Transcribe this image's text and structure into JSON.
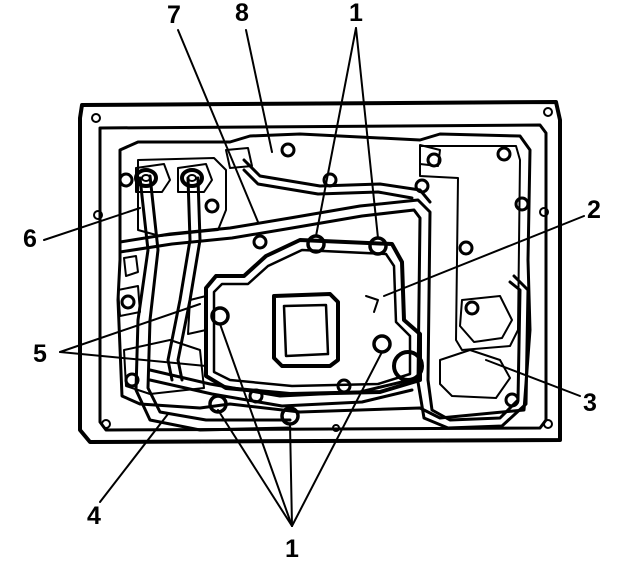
{
  "colors": {
    "ink": "#000000",
    "paper": "#ffffff"
  },
  "callouts": [
    "1",
    "1",
    "2",
    "3",
    "4",
    "5",
    "6",
    "7",
    "8"
  ]
}
